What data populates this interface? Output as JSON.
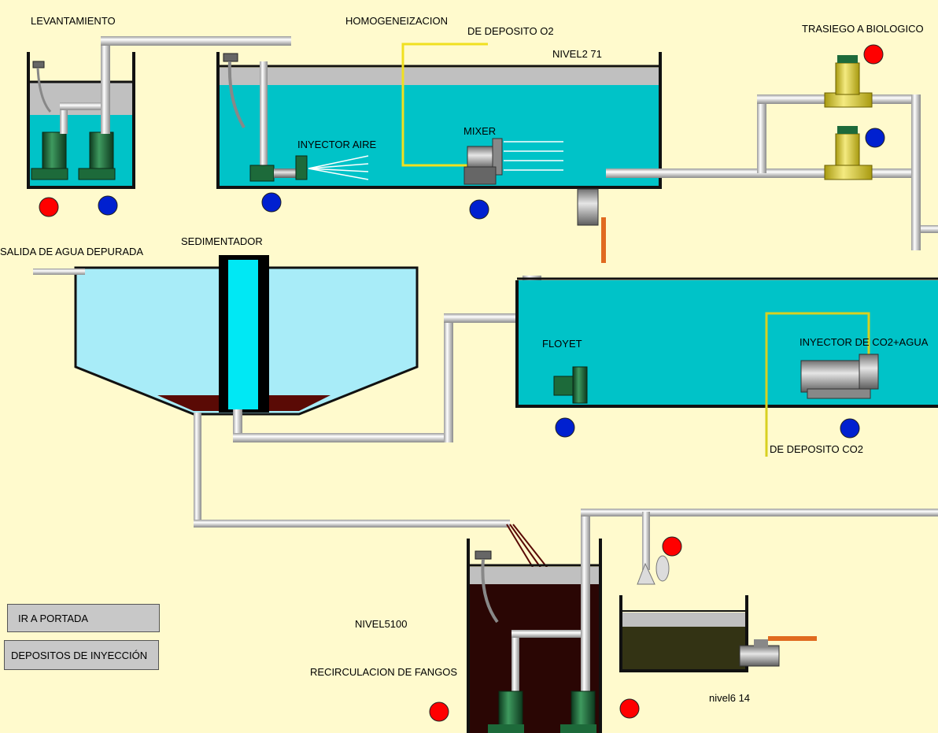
{
  "labels": {
    "levantamiento": "LEVANTAMIENTO",
    "homogeneizacion": "HOMOGENEIZACION",
    "deposito_o2": "DE DEPOSITO O2",
    "nivel2": "NIVEL2 71",
    "trasiego": "TRASIEGO A BIOLOGICO",
    "inyector_aire": "INYECTOR AIRE",
    "mixer": "MIXER",
    "salida_agua": "SALIDA DE AGUA DEPURADA",
    "sedimentador": "SEDIMENTADOR",
    "floyet": "FLOYET",
    "inyector_co2": "INYECTOR DE CO2+AGUA",
    "deposito_co2": "DE DEPOSITO CO2",
    "nivel5": "NIVEL5100",
    "recirculacion": "RECIRCULACION DE FANGOS",
    "nivel6": "nivel6 14"
  },
  "buttons": {
    "portada": "IR A PORTADA",
    "depositos": "DEPOSITOS DE INYECCIÓN"
  },
  "colors": {
    "background": "#fffacd",
    "water": "#00c3c8",
    "clear_water": "#a8ecf8",
    "sludge": "#3a0a05",
    "pipe": "#d0d0d0",
    "gas_line": "#f0e020",
    "status_on": "#ff0000",
    "status_off": "#0020d0",
    "pump": "#1d6a3a"
  }
}
